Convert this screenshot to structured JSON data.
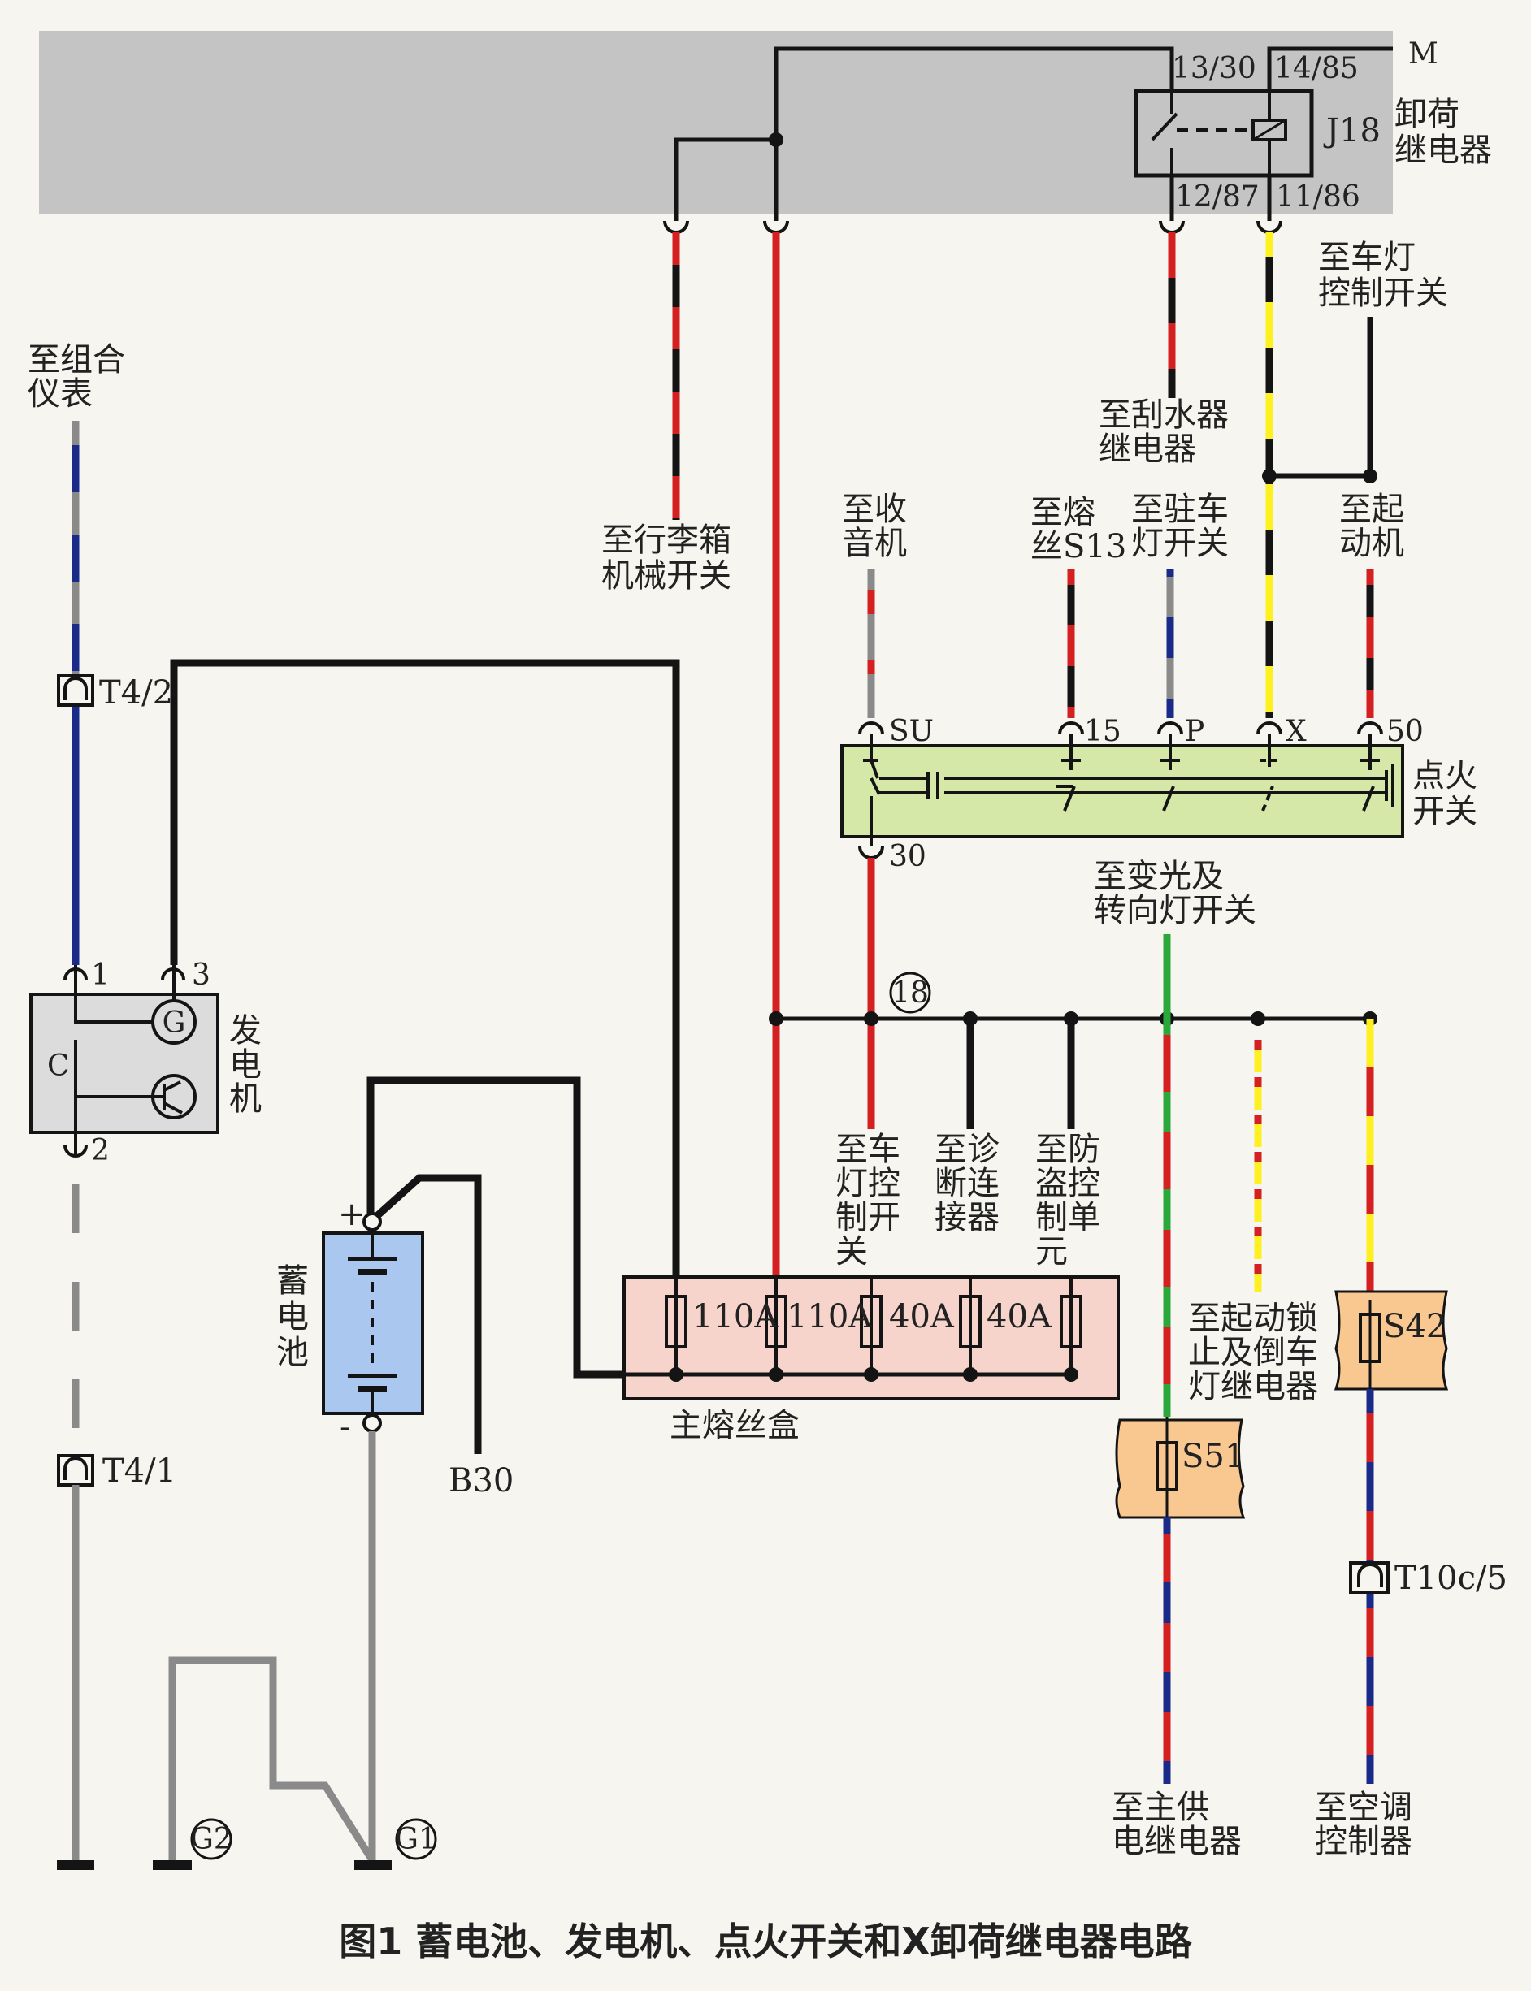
{
  "caption": "图1  蓄电池、发电机、点火开关和X卸荷继电器电路",
  "relay": {
    "name": "J18",
    "title_l1": "卸荷",
    "title_l2": "继电器",
    "pin_a": "13/30",
    "pin_b": "14/85",
    "pin_c": "12/87",
    "pin_d": "11/86",
    "rail": "M"
  },
  "labels": {
    "trunk_l1": "至行李箱",
    "trunk_l2": "机械开关",
    "wiper_l1": "至刮水器",
    "wiper_l2": "继电器",
    "lightsw_l1": "至车灯",
    "lightsw_l2": "控制开关",
    "cluster_l1": "至组合",
    "cluster_l2": "仪表",
    "radio_l1": "至收",
    "radio_l2": "音机",
    "s13_l1": "至熔",
    "s13_l2": "丝S13",
    "park_l1": "至驻车",
    "park_l2": "灯开关",
    "starter_l1": "至起",
    "starter_l2": "动机",
    "turn_l1": "至变光及",
    "turn_l2": "转向灯开关",
    "light_ctl": [
      "至车",
      "灯控",
      "制开",
      "关"
    ],
    "diag": [
      "至诊",
      "断连",
      "接器"
    ],
    "immo": [
      "至防",
      "盗控",
      "制单",
      "元"
    ],
    "startlock_l1": "至起动锁",
    "startlock_l2": "止及倒车",
    "startlock_l3": "灯继电器",
    "mainrelay_l1": "至主供",
    "mainrelay_l2": "电继电器",
    "ac_l1": "至空调",
    "ac_l2": "控制器"
  },
  "ignition": {
    "title_l1": "点火",
    "title_l2": "开关",
    "pins": [
      "SU",
      "15",
      "P",
      "X",
      "50",
      "30"
    ]
  },
  "alternator": {
    "title": [
      "发",
      "电",
      "机"
    ],
    "pins": [
      "1",
      "3",
      "2"
    ],
    "c_label": "C",
    "g_label": "G"
  },
  "battery": {
    "title": [
      "蓄",
      "电",
      "池"
    ],
    "plus": "+",
    "minus": "-",
    "b30": "B30"
  },
  "fusebox": {
    "title": "主熔丝盒",
    "fuses": [
      "110A",
      "110A",
      "40A",
      "40A"
    ]
  },
  "connectors": {
    "t42": "T4/2",
    "t41": "T4/1",
    "t10c": "T10c/5"
  },
  "fuses_ext": {
    "s51": "S51",
    "s42": "S42"
  },
  "grounds": {
    "g1": "G1",
    "g2": "G2"
  },
  "node18": "18",
  "colors": {
    "red": "#d42020",
    "black": "#141414",
    "yellow": "#fff020",
    "blue": "#1a2a8a",
    "grey": "#8a8a8a",
    "green": "#2aa83a",
    "panel_grey": "#c4c4c4",
    "ignition_fill": "#d6e8a8",
    "fusebox_fill": "#f6d3cb",
    "fuse_ext_fill": "#f8c890",
    "battery_fill": "#aac8ef"
  }
}
